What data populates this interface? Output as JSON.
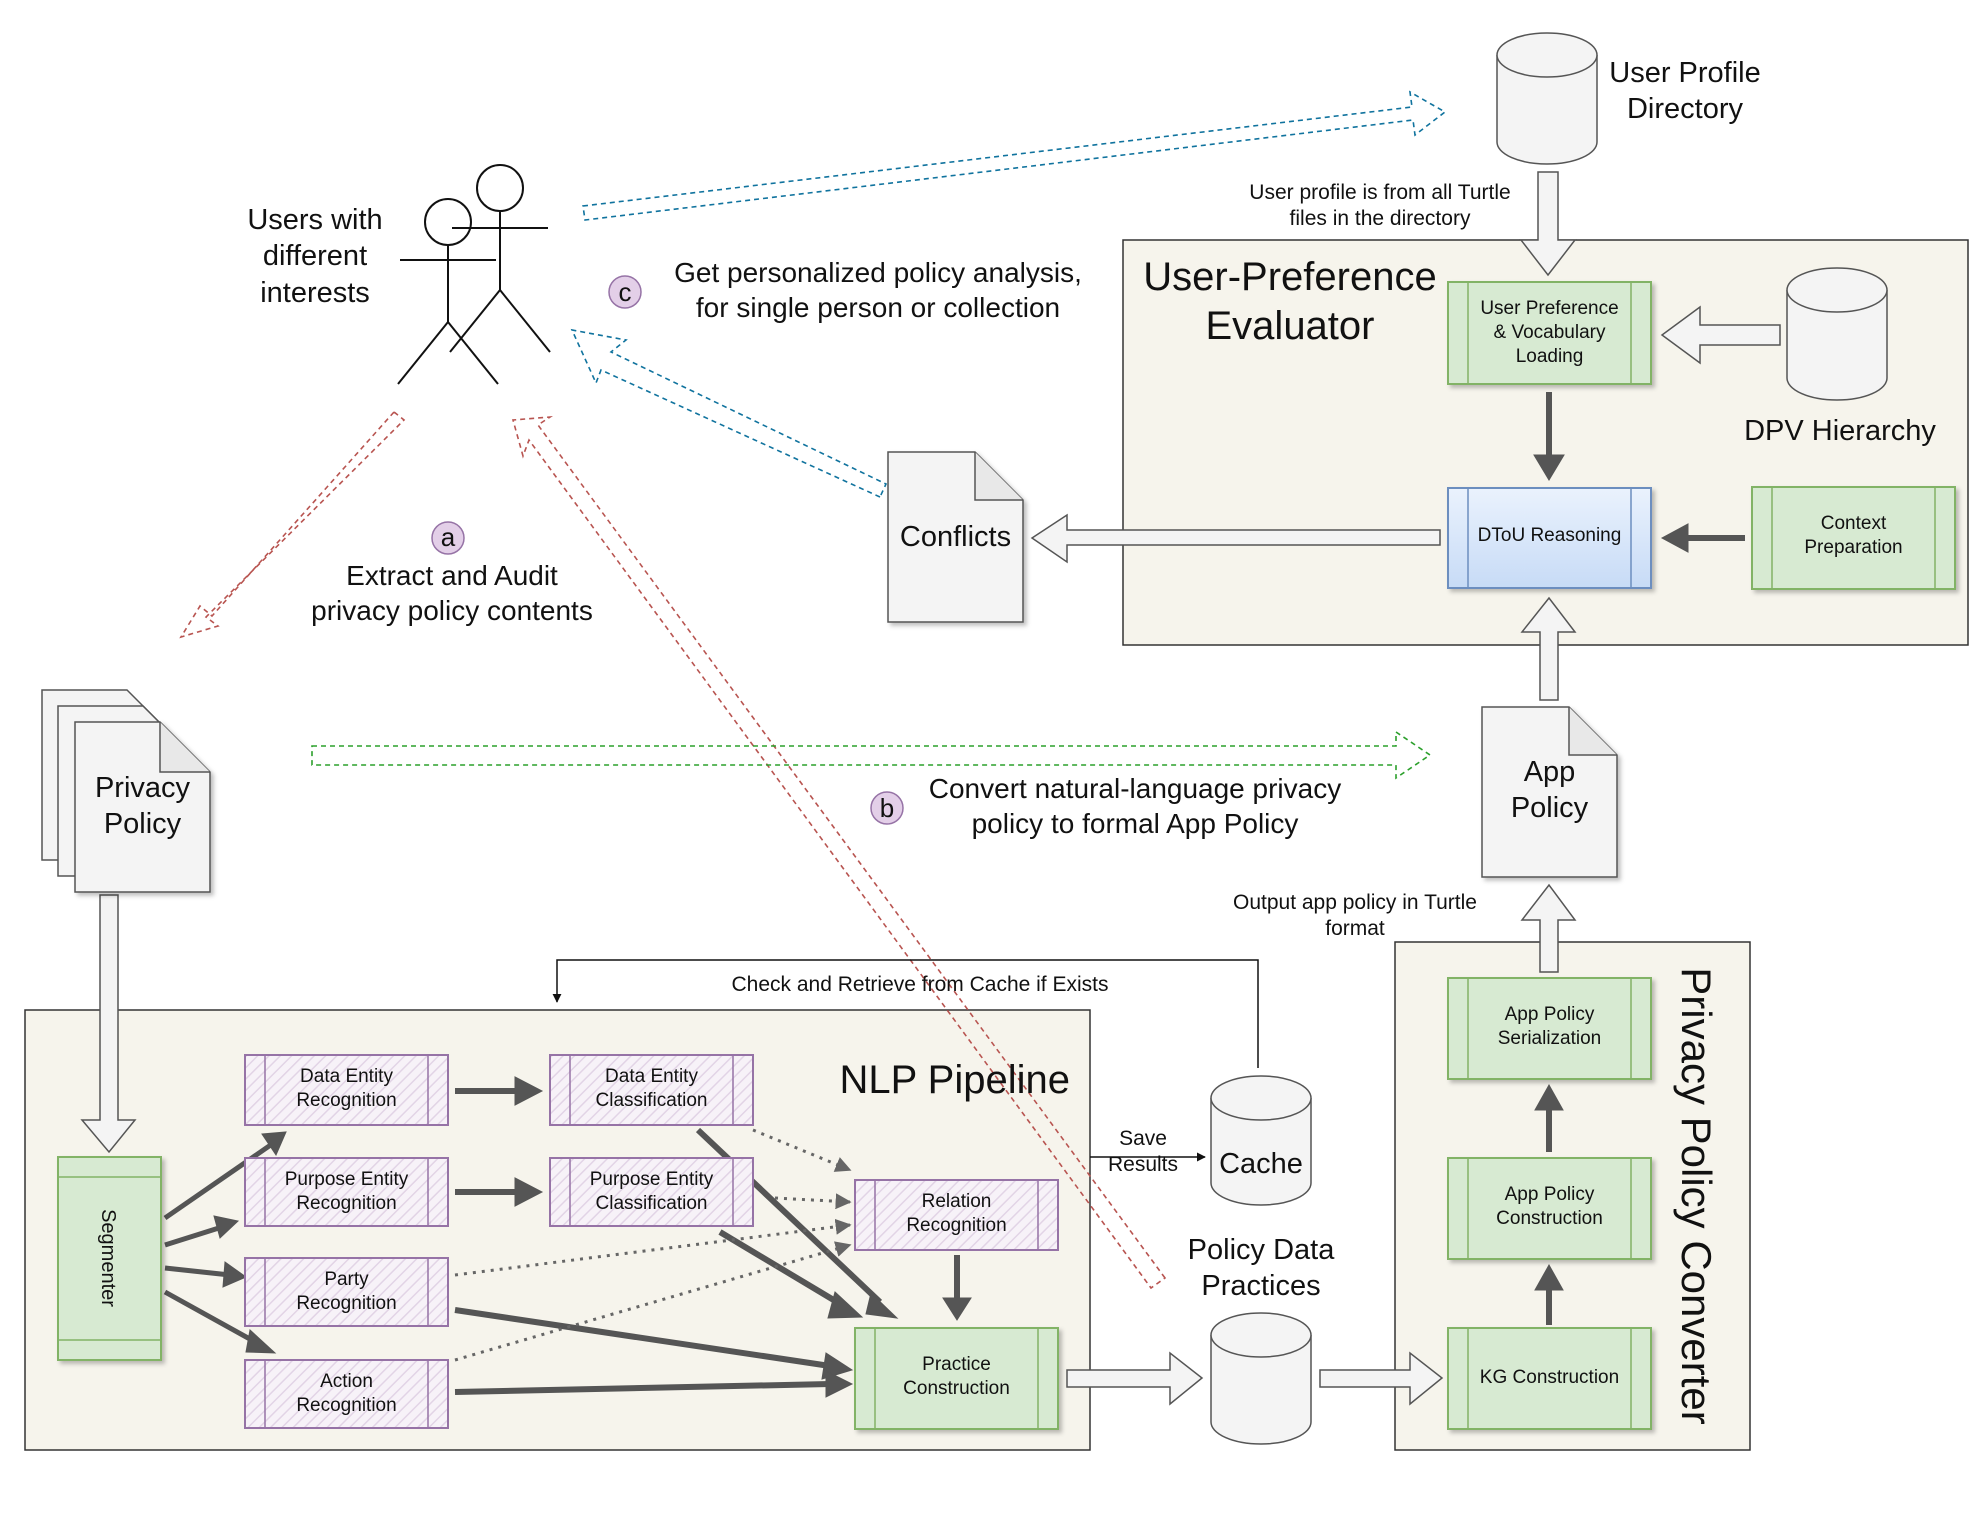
{
  "colors": {
    "panel_fill": "#f6f4ec",
    "green_fill": "#d7ead2",
    "green_stroke": "#82b366",
    "purple_stroke": "#9673a6",
    "blue_fill": "#dae8fc",
    "blue_stroke": "#6c8ebf",
    "red_dashed": "#b85450",
    "blue_dashed": "#10739e",
    "green_dashed": "#2ca02c",
    "arrow_gray": "#5a5a5a"
  },
  "users": {
    "label": "Users with\ndifferent\ninterests"
  },
  "steps": {
    "a": {
      "badge": "a",
      "text": "Extract and Audit\nprivacy policy contents"
    },
    "b": {
      "badge": "b",
      "text": "Convert natural-language privacy\npolicy to formal App Policy"
    },
    "c": {
      "badge": "c",
      "text": "Get personalized policy analysis,\nfor single person or collection"
    }
  },
  "stores": {
    "user_profile": "User Profile\nDirectory",
    "user_profile_note": "User profile is from all Turtle\nfiles in the directory",
    "dpv": "DPV Hierarchy",
    "cache": "Cache",
    "policy_data": "Policy Data\nPractices"
  },
  "documents": {
    "conflicts": "Conflicts",
    "app_policy": "App\nPolicy",
    "privacy_policy": "Privacy\nPolicy"
  },
  "evaluator": {
    "title": "User-Preference\nEvaluator",
    "preference_loading": "User Preference\n& Vocabulary\nLoading",
    "dtou": "DToU Reasoning",
    "context": "Context\nPreparation"
  },
  "nlp": {
    "title": "NLP Pipeline",
    "segmenter": "Segmenter",
    "data_entity_recognition": "Data Entity\nRecognition",
    "purpose_entity_recognition": "Purpose Entity\nRecognition",
    "party_recognition": "Party\nRecognition",
    "action_recognition": "Action\nRecognition",
    "data_entity_classification": "Data Entity\nClassification",
    "purpose_entity_classification": "Purpose Entity\nClassification",
    "relation_recognition": "Relation\nRecognition",
    "practice_construction": "Practice\nConstruction"
  },
  "converter": {
    "title": "Privacy Policy Converter",
    "serialization": "App Policy\nSerialization",
    "construction": "App Policy\nConstruction",
    "kg": "KG Construction"
  },
  "annotations": {
    "cache_check": "Check and Retrieve from Cache if Exists",
    "save_results": "Save\nResults",
    "output_turtle": "Output app policy in Turtle\nformat"
  }
}
